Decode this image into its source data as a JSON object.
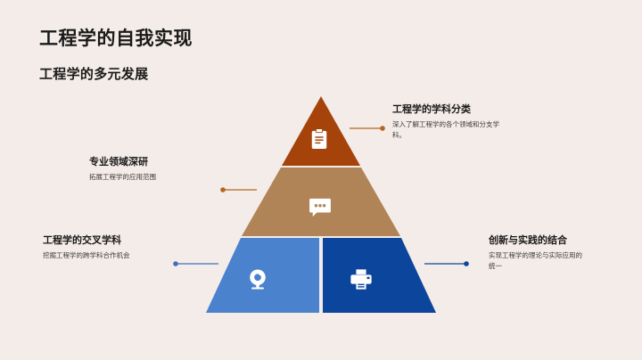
{
  "slide": {
    "title": "工程学的自我实现",
    "subtitle": "工程学的多元发展",
    "background_color": "#f4ece8"
  },
  "pyramid": {
    "tiers": [
      {
        "id": "top",
        "color": "#a5430b",
        "icon": "clipboard-icon",
        "callout": {
          "heading": "工程学的学科分类",
          "description": "深入了解工程学的各个领域和分支学科。",
          "connector_color": "#b5651d",
          "side": "right"
        }
      },
      {
        "id": "middle",
        "color": "#b08457",
        "icon": "comment-icon",
        "callout": {
          "heading": "专业领域深研",
          "description": "拓展工程学的应用范围",
          "connector_color": "#b5651d",
          "side": "left"
        }
      },
      {
        "id": "bottom-left",
        "color": "#4a82cd",
        "icon": "webcam-icon",
        "callout": {
          "heading": "工程学的交叉学科",
          "description": "挖掘工程学的跨学科合作机会",
          "connector_color": "#3c6fbf",
          "side": "left"
        }
      },
      {
        "id": "bottom-right",
        "color": "#0b459c",
        "icon": "printer-icon",
        "callout": {
          "heading": "创新与实践的结合",
          "description": "实现工程学的理论与实际应用的统一",
          "connector_color": "#0b459c",
          "side": "right"
        }
      }
    ]
  }
}
